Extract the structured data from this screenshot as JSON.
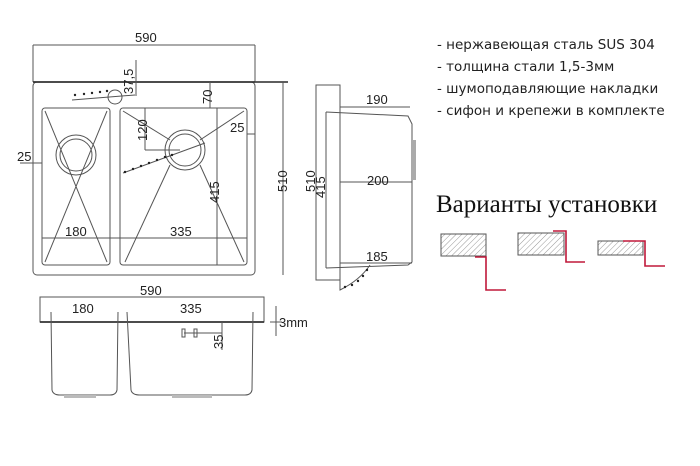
{
  "top_view": {
    "width_label": "590",
    "tap_offset_label": "37,5",
    "bowl_offset_label": "70",
    "drain_offset_label": "120",
    "right_margin_label": "25",
    "left_margin_label": "25",
    "bowl_depth_label": "415",
    "height_label": "510",
    "left_bowl_label": "180",
    "right_bowl_label": "335"
  },
  "side_view": {
    "top_label": "190",
    "mid_label": "200",
    "bottom_label": "185",
    "outer_label": "510",
    "inner_label": "415"
  },
  "front_view": {
    "width_label": "590",
    "left_bowl_label": "180",
    "right_bowl_label": "335",
    "overflow_label": "35",
    "thickness_label": "3mm"
  },
  "specs": [
    "- нержавеющая сталь SUS 304",
    "- толщина стали 1,5-3мм",
    "- шумоподавляющие накладки",
    "- сифон и крепежи в комплекте"
  ],
  "install_title": "Варианты установки",
  "colors": {
    "accent": "#c0183a",
    "line": "#555555"
  }
}
